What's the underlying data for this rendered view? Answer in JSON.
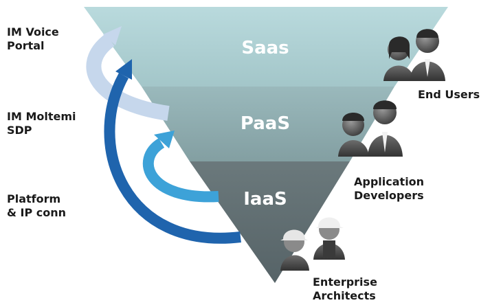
{
  "layers": [
    {
      "label": "Saas",
      "color": "#a9cdd0"
    },
    {
      "label": "PaaS",
      "color": "#8eadb0"
    },
    {
      "label": "IaaS",
      "color": "#5f6e72"
    }
  ],
  "left_labels": [
    {
      "line1": "IM Voice",
      "line2": "Portal"
    },
    {
      "line1": "IM Moltemi",
      "line2": "SDP"
    },
    {
      "line1": "Platform",
      "line2": "& IP conn"
    }
  ],
  "audiences": [
    {
      "line1": "End Users",
      "line2": ""
    },
    {
      "line1": "Application",
      "line2": "Developers"
    },
    {
      "line1": "Enterprise",
      "line2": "Architects"
    }
  ],
  "arrow_colors": [
    "#c6d7ec",
    "#1f64ad",
    "#3da2d8"
  ]
}
